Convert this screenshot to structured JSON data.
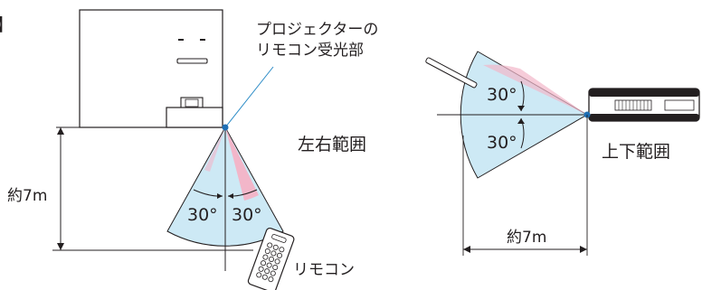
{
  "fragment_left": "】",
  "receiver_label": [
    "プロジェクターの",
    "リモコン受光部"
  ],
  "horizontal_label": "左右範囲",
  "vertical_label": "上下範囲",
  "distance_left": "約7m",
  "distance_bottom": "約7m",
  "remote_label": "リモコン",
  "angles": {
    "h_left": "30°",
    "h_right": "30°",
    "v_top": "30°",
    "v_bottom": "30°"
  },
  "colors": {
    "fan_blue": "#cde9f5",
    "fan_pink": "#f2b6c9",
    "line_blue": "#2b8bc6",
    "stroke": "#231f20",
    "receiver_dot": "#1f6fb5"
  }
}
